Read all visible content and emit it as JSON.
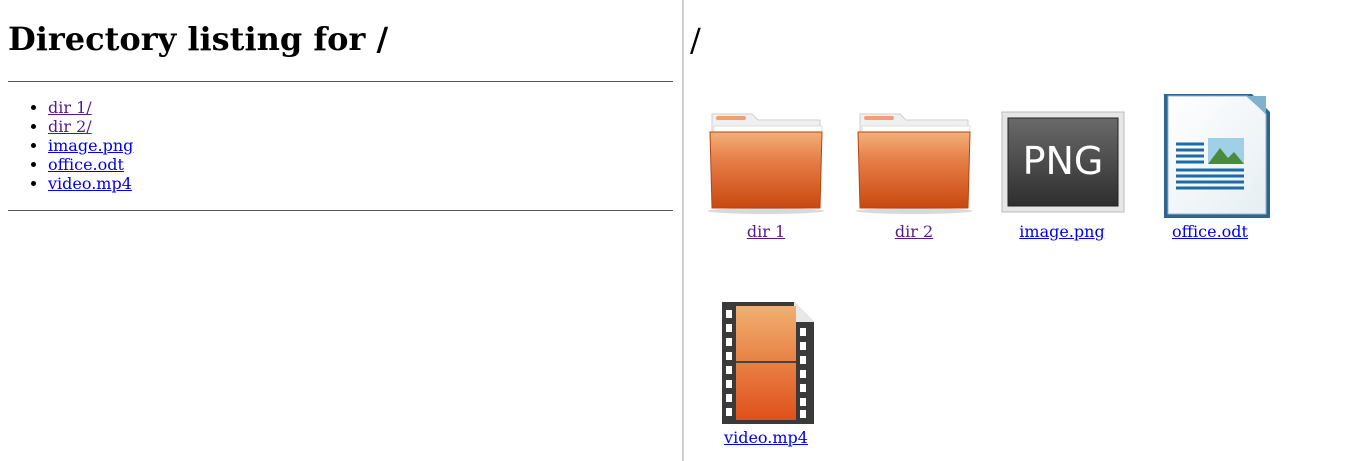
{
  "left": {
    "heading": "Directory listing for /",
    "items": [
      {
        "label": "dir 1/"
      },
      {
        "label": "dir 2/"
      },
      {
        "label": "image.png"
      },
      {
        "label": "office.odt"
      },
      {
        "label": "video.mp4"
      }
    ]
  },
  "right": {
    "path": "/",
    "tiles": [
      {
        "label": "dir 1",
        "icon": "folder-icon"
      },
      {
        "label": "dir 2",
        "icon": "folder-icon"
      },
      {
        "label": "image.png",
        "icon": "png-image-icon"
      },
      {
        "label": "office.odt",
        "icon": "writer-document-icon"
      },
      {
        "label": "video.mp4",
        "icon": "video-film-icon"
      }
    ]
  },
  "colors": {
    "link": "#0000ee",
    "visited_link": "#551a8b",
    "folder_orange": "#e0702a",
    "divider": "#d0d0d0"
  }
}
